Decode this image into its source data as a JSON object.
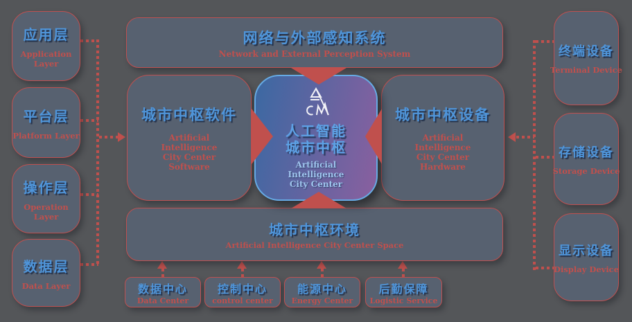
{
  "colors": {
    "background": "#545659",
    "box_fill": "#576170",
    "accent_red": "#c0504d",
    "title_blue": "#4f95da",
    "center_gradient_start": "#3f68a2",
    "center_gradient_end": "#86609f",
    "center_border": "#66aae4",
    "logo_white": "#ffffff"
  },
  "left_column": [
    {
      "title": "应用层",
      "subtitle": "Application Layer"
    },
    {
      "title": "平台层",
      "subtitle": "Platform Layer"
    },
    {
      "title": "操作层",
      "subtitle": "Operation Layer"
    },
    {
      "title": "数据层",
      "subtitle": "Data Layer"
    }
  ],
  "top_box": {
    "title": "网络与外部感知系统",
    "subtitle": "Network and External Perception System"
  },
  "middle_row": {
    "software": {
      "title": "城市中枢软件",
      "subtitle_lines": [
        "Artificial",
        "Intelligence",
        "City  Center",
        "Software"
      ]
    },
    "center": {
      "logo": "acm-triangle-logo",
      "title_line1": "人工智能",
      "title_line2": "城市中枢",
      "subtitle_lines": [
        "Artificial",
        "Intelligence",
        "City  Center"
      ]
    },
    "hardware": {
      "title": "城市中枢设备",
      "subtitle_lines": [
        "Artificial",
        "Intelligence",
        "City  Center",
        "Hardware"
      ]
    }
  },
  "environment_box": {
    "title": "城市中枢环境",
    "subtitle": "Artificial  Intelligence  City  Center Space"
  },
  "bottom_row": [
    {
      "title": "数据中心",
      "subtitle": "Data Center"
    },
    {
      "title": "控制中心",
      "subtitle": "control center"
    },
    {
      "title": "能源中心",
      "subtitle": "Energy Center"
    },
    {
      "title": "后勤保障",
      "subtitle": "Logistic Service"
    }
  ],
  "right_column": [
    {
      "title": "终端设备",
      "subtitle": "Terminal Device"
    },
    {
      "title": "存储设备",
      "subtitle": "Storage Device"
    },
    {
      "title": "显示设备",
      "subtitle": "Display Device"
    }
  ]
}
